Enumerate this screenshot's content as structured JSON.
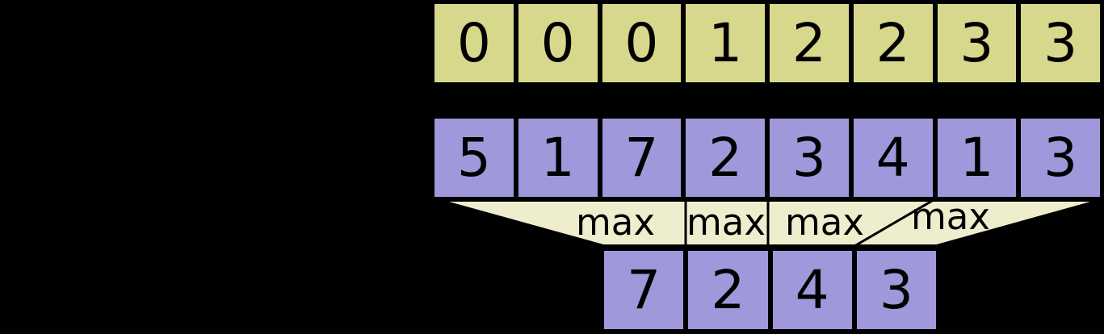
{
  "diagram": {
    "segment_ids": [
      "0",
      "0",
      "0",
      "1",
      "2",
      "2",
      "3",
      "3"
    ],
    "data": [
      "5",
      "1",
      "7",
      "2",
      "3",
      "4",
      "1",
      "3"
    ],
    "operations": [
      "max",
      "max",
      "max",
      "max"
    ],
    "result": [
      "7",
      "2",
      "4",
      "3"
    ]
  },
  "colors": {
    "background": "#000000",
    "segment_cell_fill": "#d8d88d",
    "data_cell_fill": "#9f98db",
    "funnel_fill": "#eeeecf",
    "border": "#000000",
    "text": "#000000"
  }
}
